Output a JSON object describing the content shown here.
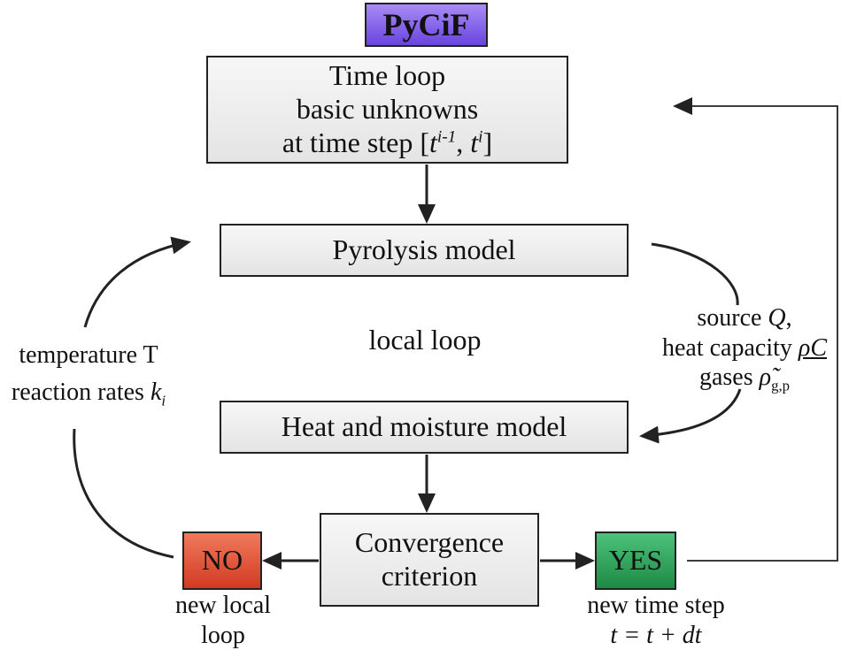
{
  "badge": {
    "label": "PyCiF"
  },
  "time_loop": {
    "line1": "Time loop",
    "line2": "basic unknowns",
    "line3_prefix": "at time step [",
    "t1_base": "t",
    "t1_sup": "i-1",
    "sep": ", ",
    "t2_base": "t",
    "t2_sup": "i",
    "line3_suffix": "]"
  },
  "pyrolysis": {
    "label": "Pyrolysis model"
  },
  "heat_moisture": {
    "label": "Heat and moisture model"
  },
  "local_loop": {
    "label": "local loop"
  },
  "convergence": {
    "line1": "Convergence",
    "line2": "criterion"
  },
  "no_box": {
    "label": "NO"
  },
  "yes_box": {
    "label": "YES"
  },
  "left_notes": {
    "line1": "temperature T",
    "line2_prefix": "reaction rates ",
    "k_base": "k",
    "k_sub": "i"
  },
  "right_notes": {
    "line1_prefix": "source ",
    "q_symbol": "Q",
    "line1_suffix": ",",
    "line2_prefix": "heat capacity ",
    "rhoC_symbol": "ρC",
    "line3_prefix": "gases ",
    "rho_symbol": "ρ̃",
    "rho_sub": "g,p"
  },
  "no_caption": {
    "line1": "new local",
    "line2": "loop"
  },
  "yes_caption": {
    "line1": "new time step",
    "line2": "t = t + dt"
  },
  "colors": {
    "badge": "#7b5ae8",
    "no": "#e0553a",
    "yes": "#2fa55c",
    "box": "#e8e8e8",
    "arrow": "#222222"
  }
}
